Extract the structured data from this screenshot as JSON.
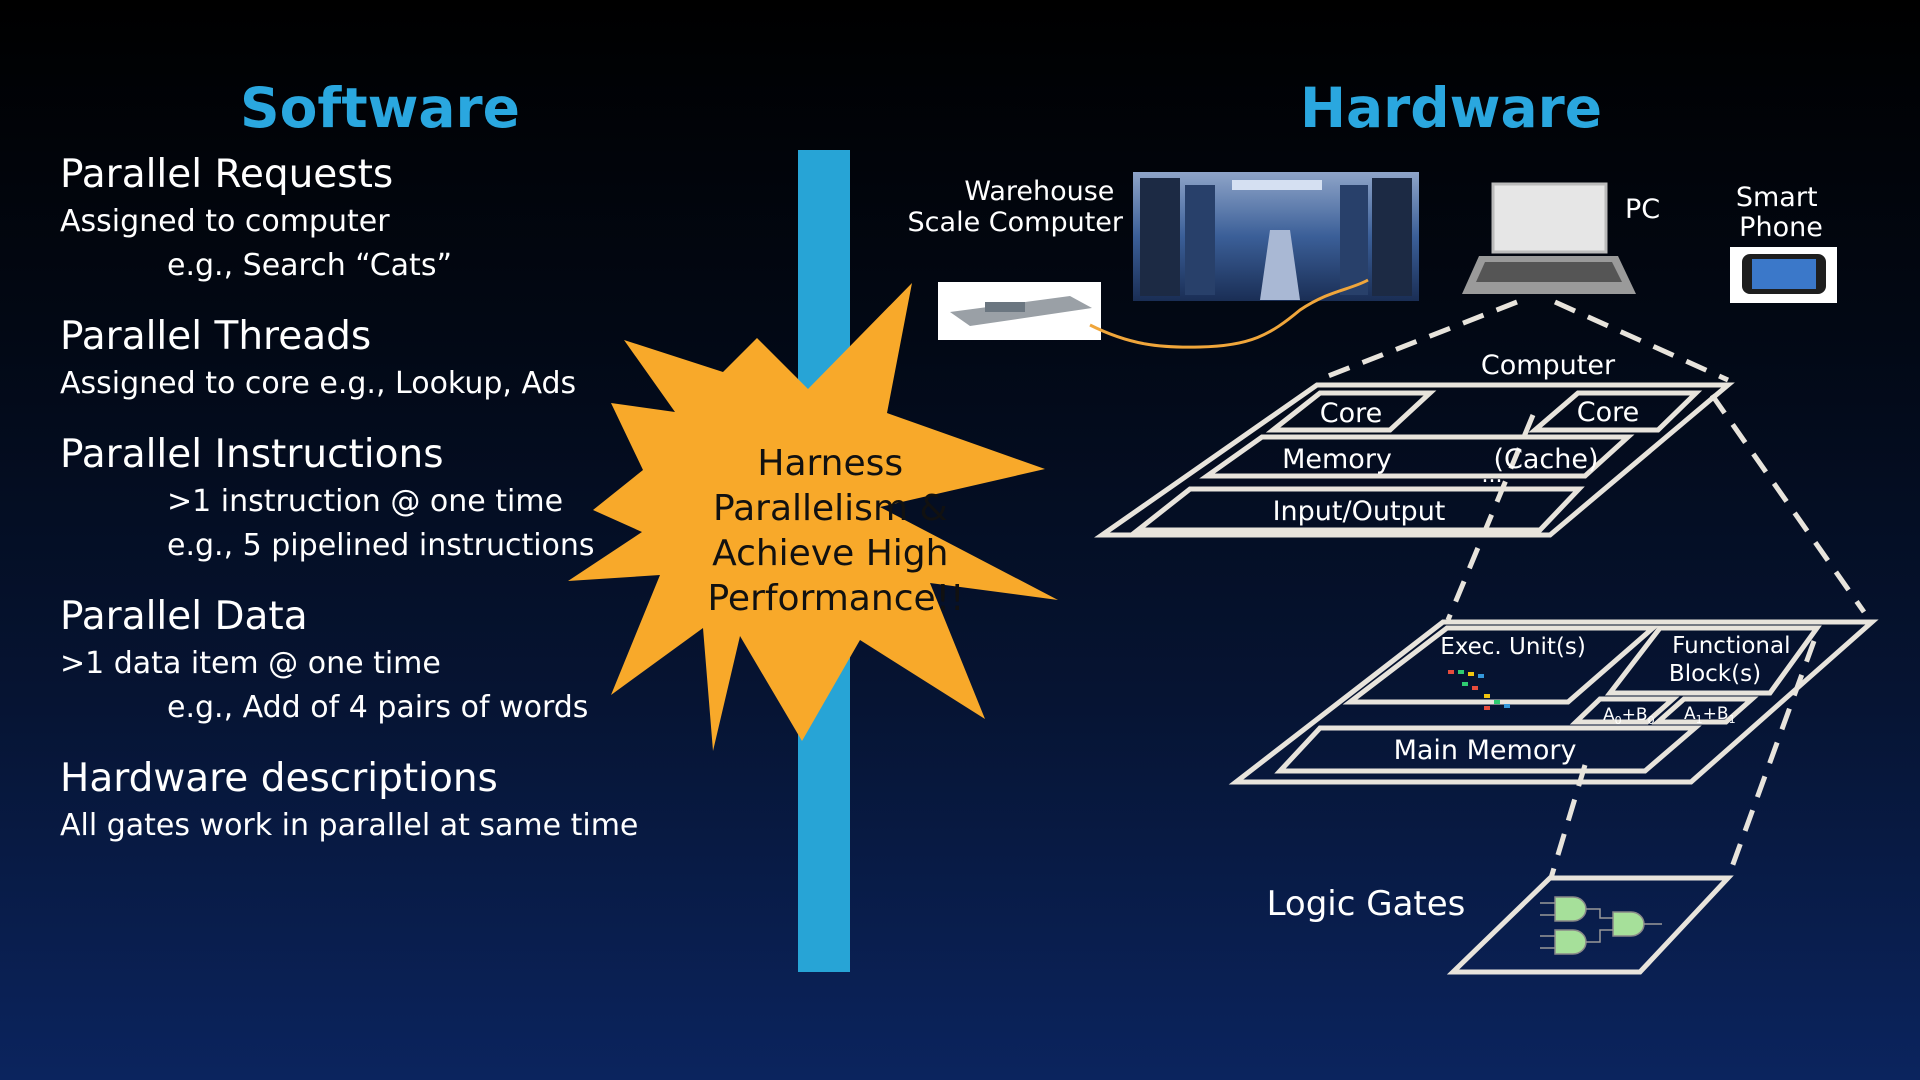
{
  "software": {
    "title": "Software",
    "sections": [
      {
        "title": "Parallel Requests",
        "lines": [
          {
            "text": "Assigned to computer",
            "indent": false
          },
          {
            "text": "e.g., Search “Cats”",
            "indent": true
          }
        ]
      },
      {
        "title": "Parallel Threads",
        "lines": [
          {
            "text": "Assigned to core e.g., Lookup, Ads",
            "indent": false
          }
        ]
      },
      {
        "title": "Parallel Instructions",
        "lines": [
          {
            "text": ">1 instruction @ one time",
            "indent": true
          },
          {
            "text": "e.g., 5 pipelined instructions",
            "indent": true
          }
        ]
      },
      {
        "title": "Parallel Data",
        "lines": [
          {
            "text": ">1 data item @ one time",
            "indent": false
          },
          {
            "text": "e.g., Add of 4 pairs of words",
            "indent": true
          }
        ]
      },
      {
        "title": "Hardware descriptions",
        "lines": [
          {
            "text": "All gates work in parallel at same time",
            "indent": false
          }
        ]
      }
    ]
  },
  "starburst": {
    "lines": [
      "Harness",
      "Parallelism &",
      "Achieve High",
      "Performance!!"
    ],
    "color": "#f8a92a"
  },
  "hardware": {
    "title": "Hardware",
    "warehouse": [
      "Warehouse",
      "Scale Computer"
    ],
    "pc": "PC",
    "phone": [
      "Smart",
      "Phone"
    ],
    "computer": {
      "label": "Computer",
      "core1": "Core",
      "core2": "Core",
      "memory": "Memory",
      "cache": "(Cache)",
      "dots": "...",
      "io": "Input/Output"
    },
    "core": {
      "exec": "Exec. Unit(s)",
      "functional": [
        "Functional",
        "Block(s)"
      ],
      "a0b0": [
        "A",
        "0",
        "+B",
        "0"
      ],
      "a1b1": [
        "A",
        "1",
        "+B",
        "1"
      ],
      "main_memory": "Main Memory"
    },
    "logic_gates": "Logic Gates"
  },
  "colors": {
    "accent": "#2aa7df",
    "divider": "#27a4d6",
    "star": "#f8a92a",
    "outline": "#e8e4dc",
    "gate": "#a6e09a"
  }
}
